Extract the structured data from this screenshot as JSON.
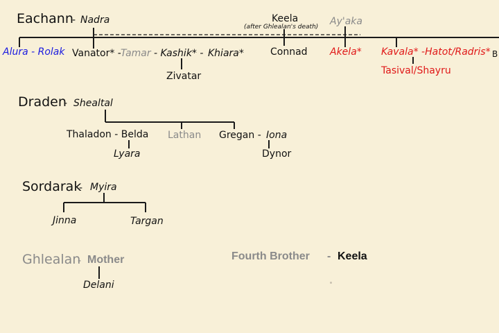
{
  "eachann": {
    "name": "Eachann",
    "sep": "-",
    "spouse": "Nadra",
    "keela": "Keela",
    "keela_note": "(after Ghlealan's death)",
    "ayaka": "Ay'aka",
    "alura_rolak": "Alura - Rolak",
    "vanator": "Vanator* -",
    "tamar": "Tamar",
    "kashik": "- Kashik* -",
    "khiara": "Khiara*",
    "zivatar": "Zivatar",
    "connad": "Connad",
    "akela": "Akela*",
    "kavala": "Kavala* -Hatot/Radris*",
    "tasival": "Tasival/Shayru",
    "cut": "B"
  },
  "draden": {
    "name": "Draden",
    "sep": "-",
    "spouse": "Shealtal",
    "thaladon": "Thaladon - Belda",
    "lathan": "Lathan",
    "gregan": "Gregan -",
    "iona": "Iona",
    "lyara": "Lyara",
    "dynor": "Dynor"
  },
  "sordarak": {
    "name": "Sordarak",
    "sep": "-",
    "spouse": "Myira",
    "jinna": "Jinna",
    "targan": "Targan"
  },
  "ghlealan": {
    "name": "Ghlealan",
    "sep": "-",
    "spouse": "Mother",
    "child": "Delani"
  },
  "fourth": {
    "name": "Fourth Brother",
    "sep": "-",
    "spouse": "Keela"
  }
}
